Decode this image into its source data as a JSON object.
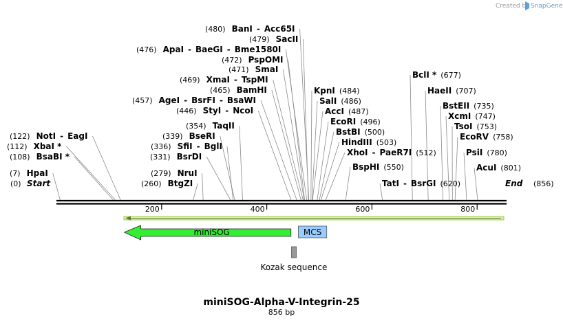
{
  "credit": {
    "prefix": "Created by",
    "brand": "SnapGene"
  },
  "sequence": {
    "name": "miniSOG-Alpha-V-Integrin-25",
    "length_label": "856 bp",
    "length": 856
  },
  "ends": [
    {
      "label": "Start",
      "pos_label": "(0)"
    },
    {
      "label": "End",
      "pos_label": "(856)"
    }
  ],
  "axis": {
    "ticks": [
      "200",
      "400",
      "600",
      "800"
    ]
  },
  "sites": [
    {
      "names": [
        "HpaI"
      ],
      "pos": 7
    },
    {
      "names": [
        "BsaBI *"
      ],
      "pos": 108
    },
    {
      "names": [
        "XbaI *"
      ],
      "pos": 112
    },
    {
      "names": [
        "NotI",
        "EagI"
      ],
      "pos": 122
    },
    {
      "names": [
        "BtgZI"
      ],
      "pos": 260
    },
    {
      "names": [
        "NruI"
      ],
      "pos": 279
    },
    {
      "names": [
        "BsrDI"
      ],
      "pos": 331
    },
    {
      "names": [
        "SfiI",
        "BglI"
      ],
      "pos": 336
    },
    {
      "names": [
        "BseRI"
      ],
      "pos": 339
    },
    {
      "names": [
        "TaqII"
      ],
      "pos": 354
    },
    {
      "names": [
        "StyI",
        "NcoI"
      ],
      "pos": 446
    },
    {
      "names": [
        "AgeI",
        "BsrFI",
        "BsaWI"
      ],
      "pos": 457
    },
    {
      "names": [
        "BamHI"
      ],
      "pos": 465
    },
    {
      "names": [
        "XmaI",
        "TspMI"
      ],
      "pos": 469
    },
    {
      "names": [
        "SmaI"
      ],
      "pos": 471
    },
    {
      "names": [
        "PspOMI"
      ],
      "pos": 472
    },
    {
      "names": [
        "ApaI",
        "BaeGI",
        "Bme1580I"
      ],
      "pos": 476
    },
    {
      "names": [
        "SacII"
      ],
      "pos": 479
    },
    {
      "names": [
        "BanI",
        "Acc65I"
      ],
      "pos": 480
    },
    {
      "names": [
        "KpnI"
      ],
      "pos": 484
    },
    {
      "names": [
        "SalI"
      ],
      "pos": 486
    },
    {
      "names": [
        "AccI"
      ],
      "pos": 487
    },
    {
      "names": [
        "EcoRI"
      ],
      "pos": 496
    },
    {
      "names": [
        "BstBI"
      ],
      "pos": 500
    },
    {
      "names": [
        "HindIII"
      ],
      "pos": 503
    },
    {
      "names": [
        "XhoI",
        "PaeR7I"
      ],
      "pos": 512
    },
    {
      "names": [
        "BspHI"
      ],
      "pos": 550
    },
    {
      "names": [
        "TatI",
        "BsrGI"
      ],
      "pos": 620
    },
    {
      "names": [
        "BclI *"
      ],
      "pos": 677
    },
    {
      "names": [
        "HaeII"
      ],
      "pos": 707
    },
    {
      "names": [
        "BstEII"
      ],
      "pos": 735
    },
    {
      "names": [
        "XcmI"
      ],
      "pos": 747
    },
    {
      "names": [
        "TsoI"
      ],
      "pos": 753
    },
    {
      "names": [
        "EcoRV"
      ],
      "pos": 758
    },
    {
      "names": [
        "PsiI"
      ],
      "pos": 780
    },
    {
      "names": [
        "AcuI"
      ],
      "pos": 801
    }
  ],
  "features": [
    {
      "name": "miniSOG",
      "start": 129,
      "end": 446,
      "direction": "reverse",
      "color": "#33ee33"
    },
    {
      "name": "MCS",
      "start": 460,
      "end": 514,
      "direction": "none",
      "color": "#99ccff"
    },
    {
      "name": "Kozak sequence",
      "start": 447,
      "end": 456,
      "direction": "none",
      "color": "#999999"
    }
  ],
  "primer": {
    "direction": "reverse",
    "color": "#99cc44"
  },
  "colors": {
    "backbone": "#000000",
    "leader": "#8a8a8a"
  }
}
